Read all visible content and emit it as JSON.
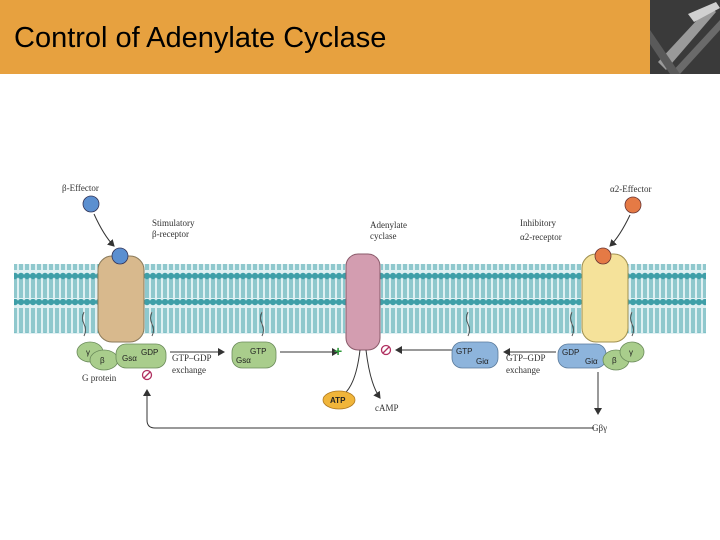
{
  "slide": {
    "title": "Control of Adenylate Cyclase"
  },
  "labels": {
    "beta_effector": "β-Effector",
    "alpha2_effector": "α2-Effector",
    "stim_receptor_1": "Stimulatory",
    "stim_receptor_2": "β-receptor",
    "adenylate_cyclase_1": "Adenylate",
    "adenylate_cyclase_2": "cyclase",
    "inhib_receptor_1": "Inhibitory",
    "inhib_receptor_2": "α2-receptor",
    "g_protein": "G protein",
    "gtp_gdp_exchange_left_1": "GTP–GDP",
    "gtp_gdp_exchange_left_2": "exchange",
    "gtp_gdp_exchange_right_1": "GTP–GDP",
    "gtp_gdp_exchange_right_2": "exchange",
    "atp": "ATP",
    "camp": "cAMP",
    "g_beta_gamma": "Gβγ"
  },
  "subunits": {
    "gamma_left": "γ",
    "beta_left": "β",
    "gsa_left": "Gsα",
    "gdp_left": "GDP",
    "gtp_stim": "GTP",
    "gsa_stim": "Gsα",
    "gtp_inhib": "GTP",
    "gia_inhib": "Giα",
    "gdp_right": "GDP",
    "gia_right": "Giα",
    "beta_right": "β",
    "gamma_right": "γ"
  },
  "signs": {
    "stimulate": "+"
  },
  "colors": {
    "header": "#e7a13f",
    "membrane": "#3f9fa8",
    "stim_receptor": "#d8b98d",
    "inhib_receptor": "#f5e29a",
    "cyclase": "#d39db0",
    "g_protein_green": "#a9cd8c",
    "g_protein_blue": "#8db4dc",
    "beta_ligand": "#5b8fd0",
    "alpha_ligand": "#e57a45",
    "atp": "#f0b53a"
  }
}
